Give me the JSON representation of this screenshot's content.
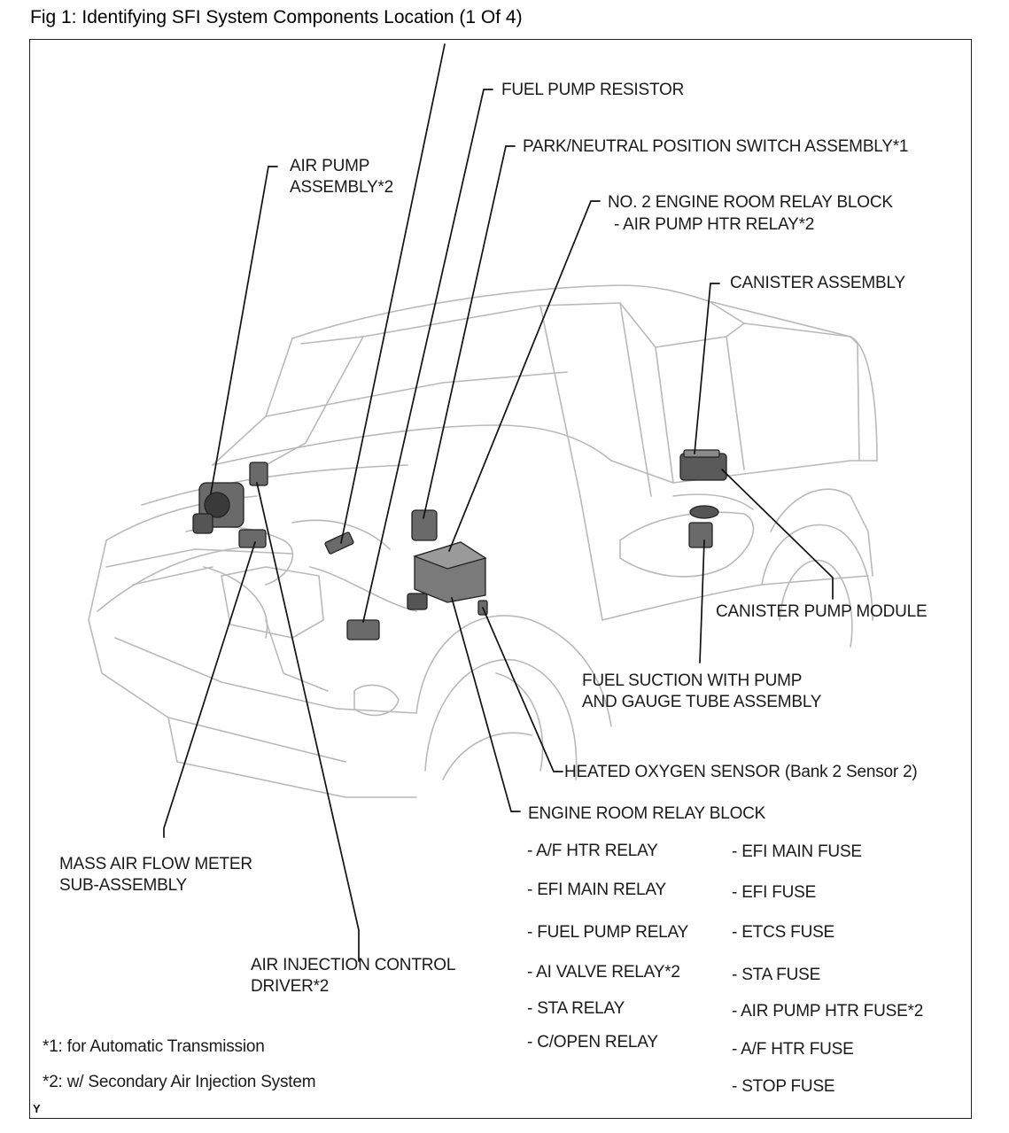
{
  "figure_title": "Fig 1: Identifying SFI System Components Location (1 Of 4)",
  "labels": {
    "fuel_pump_resistor": "FUEL PUMP RESISTOR",
    "park_neutral_switch": "PARK/NEUTRAL POSITION SWITCH ASSEMBLY*1",
    "air_pump_assembly": "AIR PUMP\nASSEMBLY*2",
    "no2_relay_block": "NO. 2 ENGINE ROOM RELAY BLOCK",
    "no2_relay_block_sub": "- AIR PUMP HTR  RELAY*2",
    "canister_assembly": "CANISTER ASSEMBLY",
    "canister_pump_module": "CANISTER PUMP MODULE",
    "fuel_suction": "FUEL SUCTION WITH PUMP\nAND GAUGE TUBE ASSEMBLY",
    "heated_oxygen_sensor": "HEATED OXYGEN SENSOR (Bank 2 Sensor 2)",
    "engine_room_relay_block": "ENGINE ROOM RELAY BLOCK",
    "mass_air_flow": "MASS AIR FLOW METER\nSUB-ASSEMBLY",
    "air_injection_driver": "AIR INJECTION CONTROL\nDRIVER*2"
  },
  "relay_items": [
    "- A/F HTR RELAY",
    "- EFI MAIN RELAY",
    "- FUEL PUMP RELAY",
    "- AI VALVE RELAY*2",
    "- STA RELAY",
    "- C/OPEN RELAY"
  ],
  "fuse_items": [
    "- EFI MAIN FUSE",
    "- EFI  FUSE",
    "- ETCS FUSE",
    "- STA FUSE",
    "- AIR PUMP HTR  FUSE*2",
    "- A/F HTR FUSE",
    "- STOP FUSE"
  ],
  "notes": {
    "note1": "*1: for Automatic Transmission",
    "note2": "*2: w/ Secondary Air Injection System"
  },
  "corner_mark": "Y"
}
